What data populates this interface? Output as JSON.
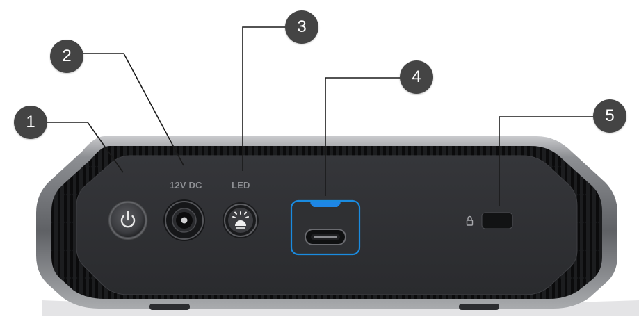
{
  "labels": {
    "dc_in": "12V DC",
    "led": "LED"
  },
  "callouts": [
    "1",
    "2",
    "3",
    "4",
    "5"
  ],
  "icons": {
    "power": "power-icon",
    "dc_port": "dc-power-jack",
    "led": "led-indicator",
    "usb_c": "usb-c-port",
    "lock": "padlock-icon",
    "lock_slot": "security-lock-slot"
  },
  "colors": {
    "callout_bg": "#444444",
    "callout_text": "#ffffff",
    "usb_highlight": "#1a8be0",
    "usb_indicator": "#1e86e6",
    "panel": "#2e2f31",
    "label": "#8e9094"
  }
}
